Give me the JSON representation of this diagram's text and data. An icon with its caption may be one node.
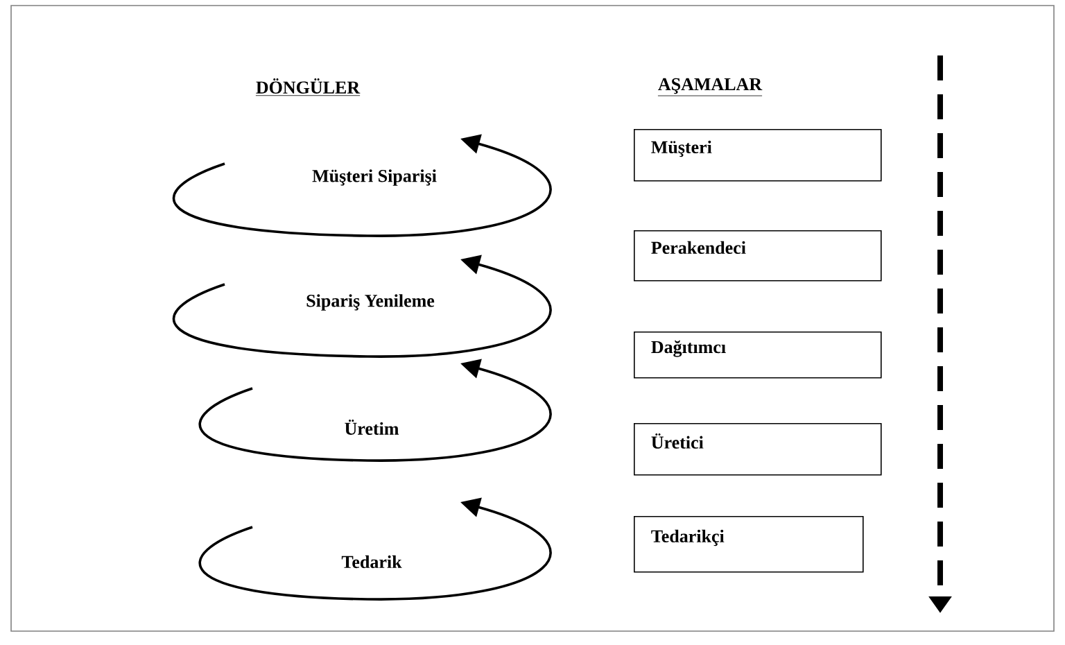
{
  "diagram": {
    "nodes": [
      {
        "text": [
          "Müşteri"
        ]
      },
      {
        "text": [
          "Perakendeci"
        ]
      },
      {
        "text": [
          "Dağıtımcı"
        ]
      },
      {
        "text": [
          "Üretici"
        ]
      },
      {
        "text": [
          "Tedarikçi"
        ]
      }
    ],
    "labels": [
      "DÖNGÜLER",
      "AŞAMALAR",
      "Müşteri Siparişi",
      "Sipariş Yenileme",
      "Üretim",
      "Tedarik"
    ]
  }
}
